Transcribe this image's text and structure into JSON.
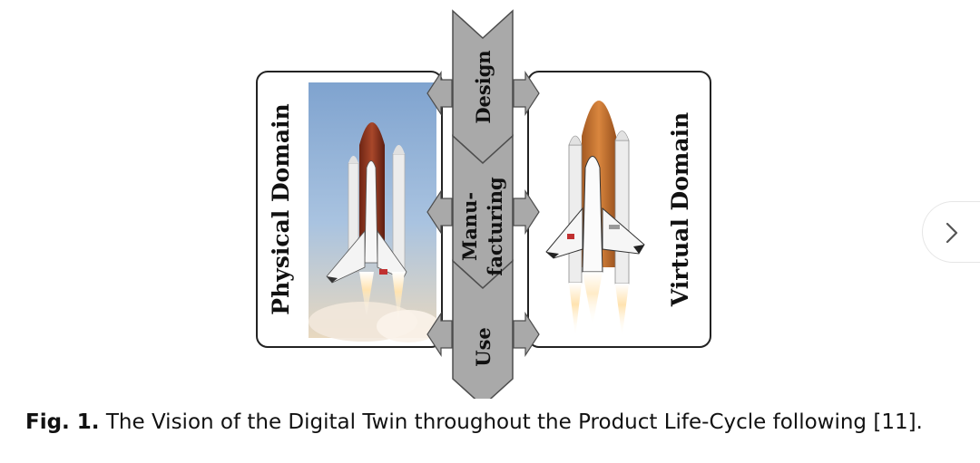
{
  "figure": {
    "physical_label": "Physical Domain",
    "virtual_label": "Virtual Domain",
    "stages": {
      "design": "Design",
      "manufacturing_line1": "Manu-",
      "manufacturing_line2": "facturing",
      "use": "Use"
    }
  },
  "caption": {
    "prefix": "Fig. 1.",
    "text": " The Vision of the Digital Twin throughout the Product Life-Cycle following [11]."
  },
  "navigation": {
    "next_icon": "chevron-right-icon"
  },
  "colors": {
    "arrow_fill": "#a9a9a9",
    "arrow_stroke": "#4d4d4d",
    "external_tank": "#b5622c",
    "sky": "#8fb4da"
  }
}
